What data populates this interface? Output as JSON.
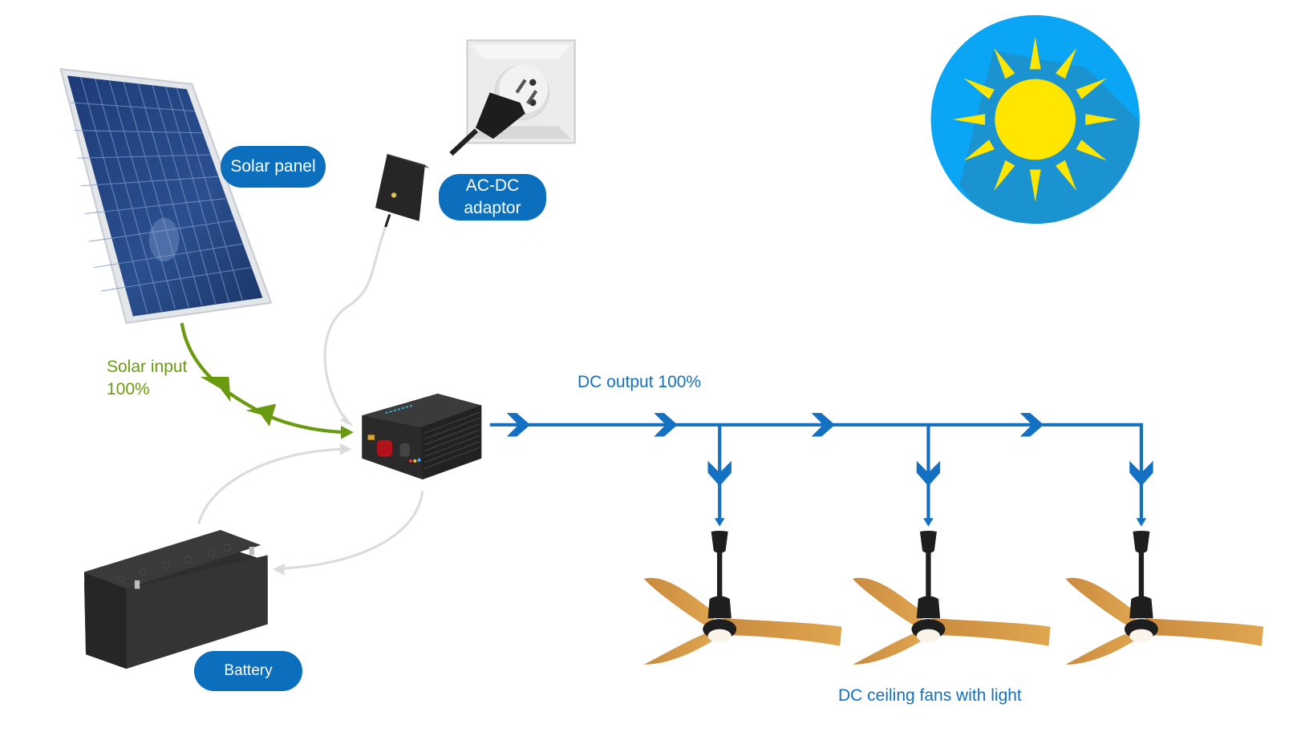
{
  "labels": {
    "solar_panel": "Solar panel",
    "ac_dc_adaptor_line1": "AC-DC",
    "ac_dc_adaptor_line2": "adaptor",
    "battery": "Battery",
    "solar_input_line1": "Solar input",
    "solar_input_line2": "100%",
    "dc_output": "DC output 100%",
    "fans": "DC ceiling fans with light"
  },
  "colors": {
    "pill_bg": "#0b6fbd",
    "solar_flow": "#6a9a10",
    "dc_flow": "#1470c0",
    "grey_flow": "#d9d9d9",
    "sun_bg": "#0aa5f5",
    "sun_yellow": "#ffe600"
  },
  "icons": {
    "solar_panel": "solar-panel-icon",
    "wall_socket": "wall-socket-icon",
    "adaptor": "ac-dc-adaptor-icon",
    "controller": "charge-controller-icon",
    "battery": "battery-icon",
    "sun": "sun-icon",
    "fan": "ceiling-fan-icon"
  },
  "fans_count": 3
}
